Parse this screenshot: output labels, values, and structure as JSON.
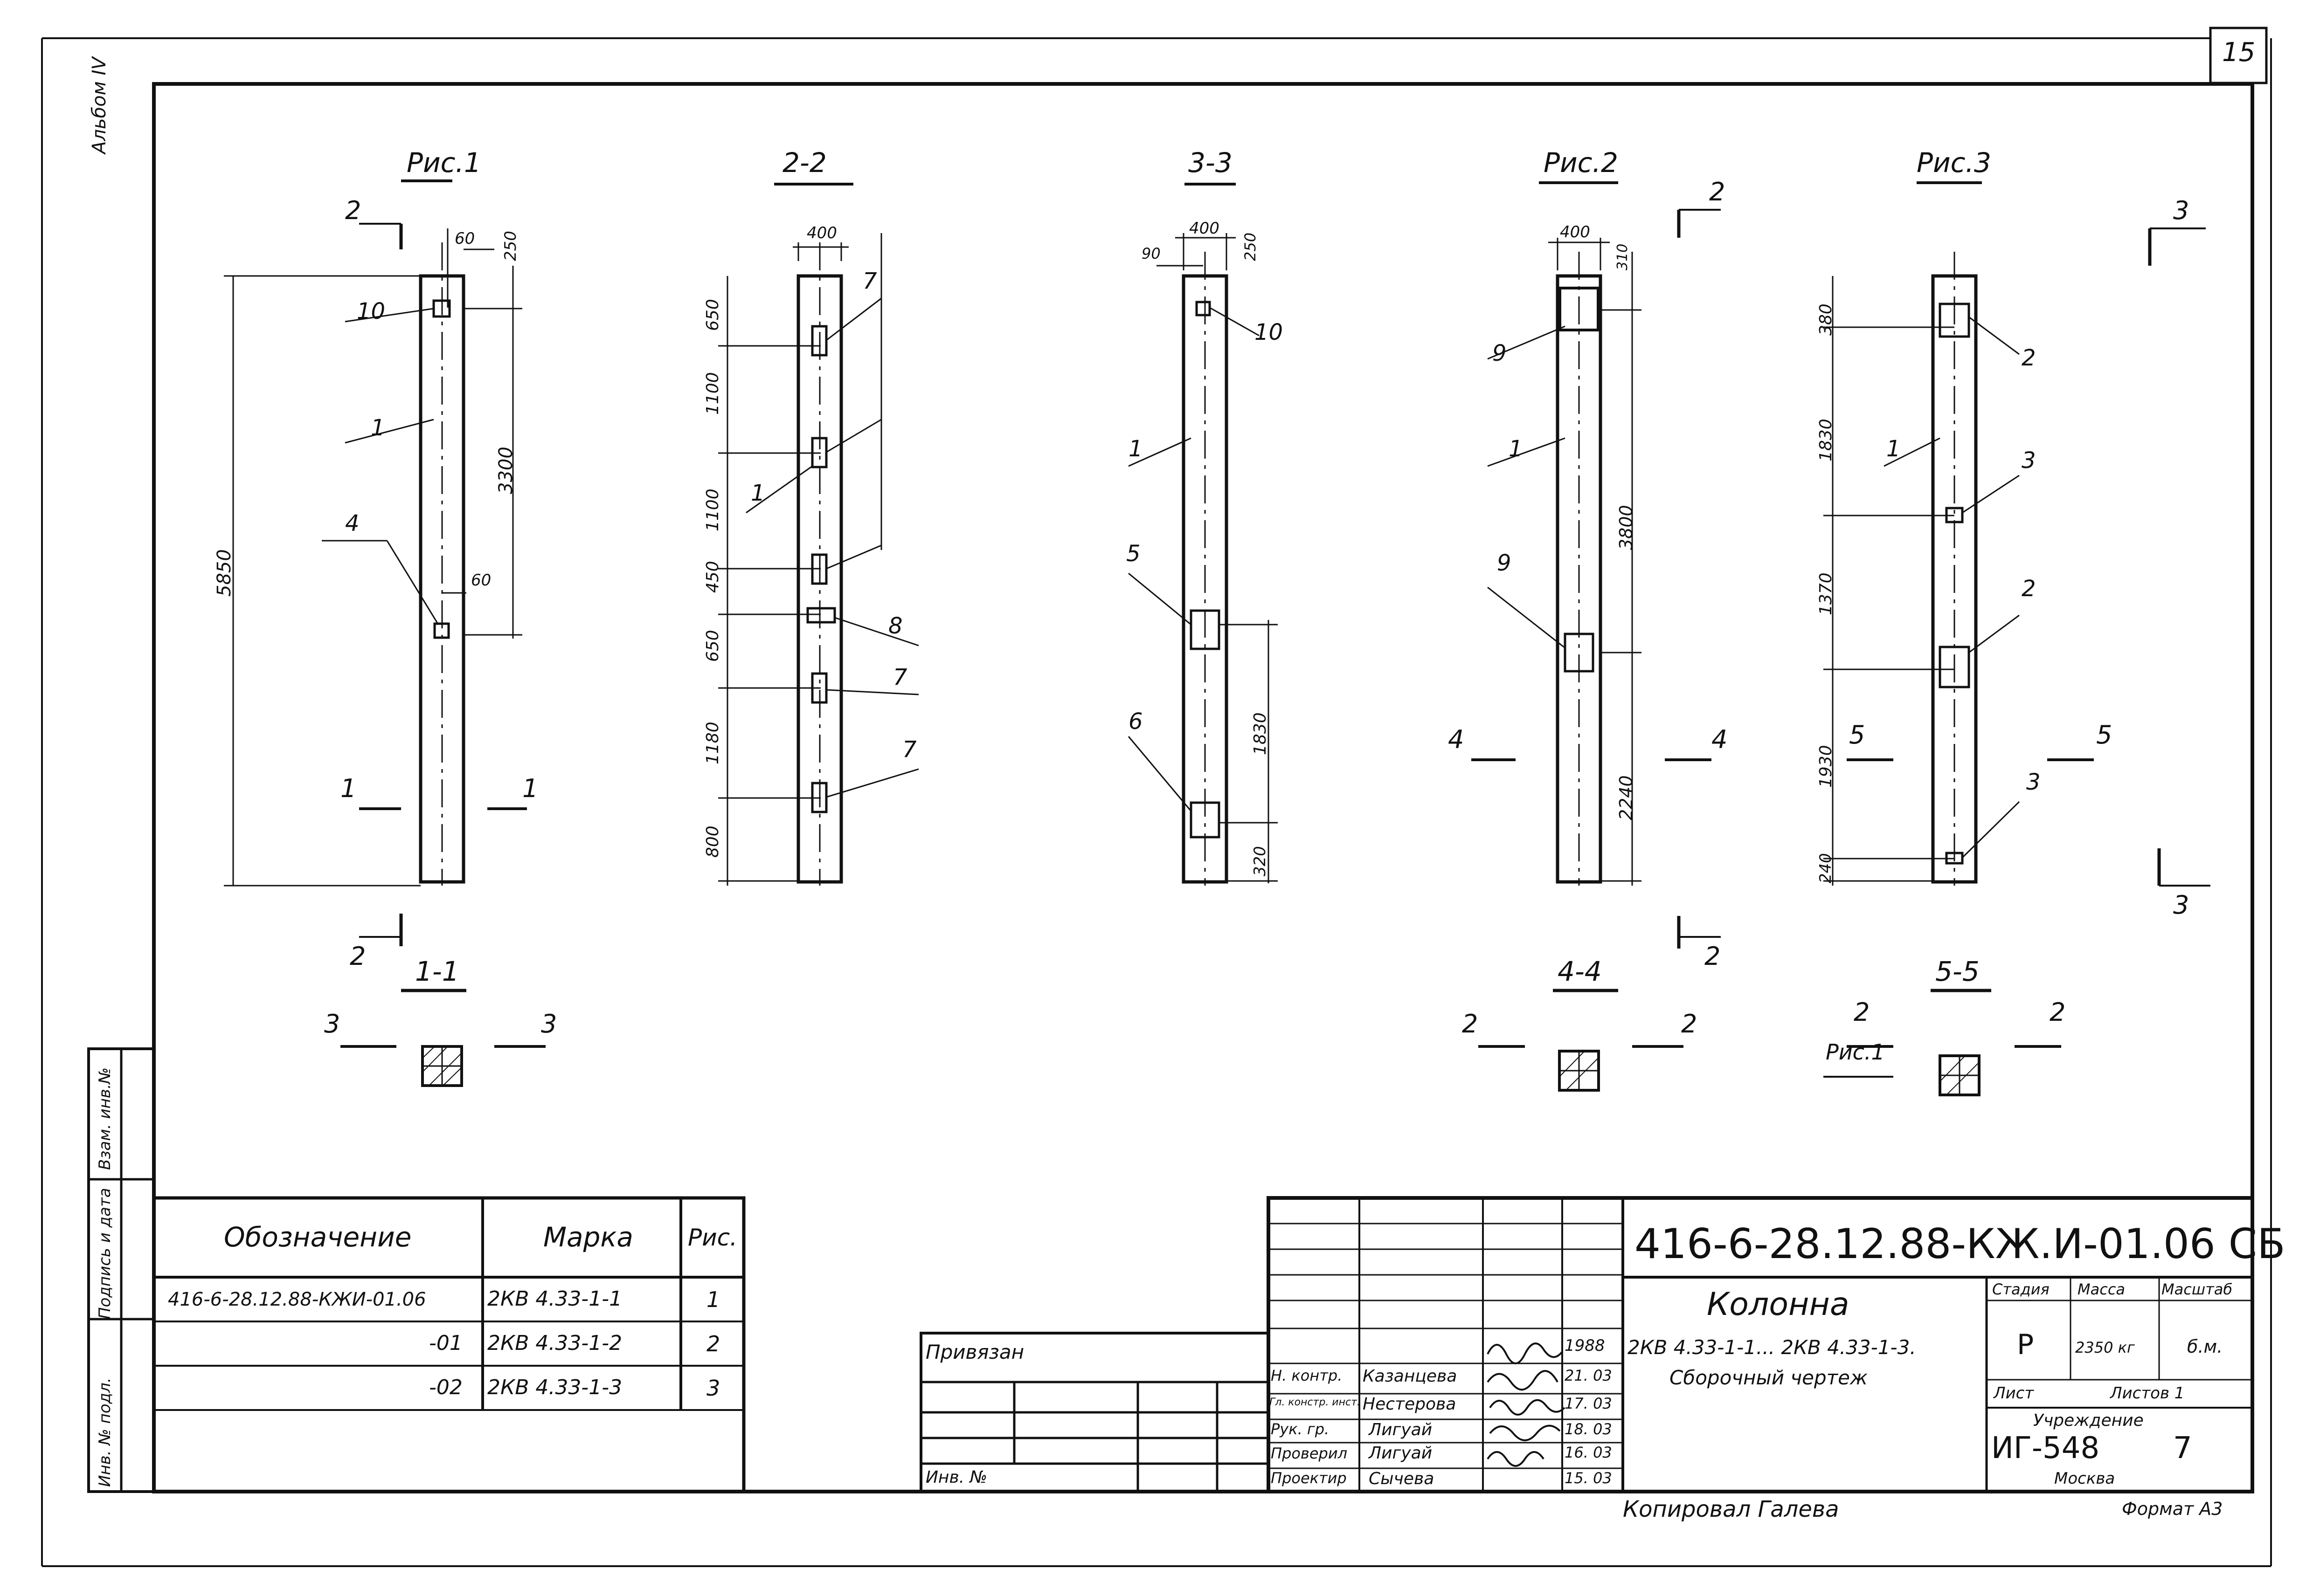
{
  "sheet": {
    "page_number": "15",
    "album": "Альбом IV",
    "format": "Формат А3",
    "copied_by": "Копировал Галева"
  },
  "side_stamp": {
    "vzam": "Взам. инв.№",
    "signature_date": "Подпись и дата",
    "inv_podl": "Инв. № подл."
  },
  "figures": {
    "pic1": {
      "title": "Рис.1",
      "dims": [
        "60",
        "250",
        "5850",
        "3300",
        "60"
      ],
      "callouts": [
        "10",
        "1",
        "4"
      ],
      "section_marks": [
        "2",
        "2",
        "1",
        "1"
      ]
    },
    "sec22": {
      "title": "2-2",
      "dims": [
        "400",
        "650",
        "1100",
        "1100",
        "450",
        "650",
        "1180",
        "800"
      ],
      "callouts": [
        "7",
        "1",
        "8",
        "7",
        "7"
      ]
    },
    "sec33": {
      "title": "3-3",
      "dims": [
        "400",
        "90",
        "250",
        "1830",
        "320"
      ],
      "callouts": [
        "10",
        "1",
        "5",
        "6"
      ]
    },
    "pic2": {
      "title": "Рис.2",
      "dims": [
        "400",
        "310",
        "3800",
        "2240"
      ],
      "callouts": [
        "9",
        "1",
        "9"
      ],
      "section_marks": [
        "2",
        "2",
        "4",
        "4"
      ]
    },
    "pic3": {
      "title": "Рис.3",
      "dims": [
        "380",
        "1830",
        "1370",
        "1930",
        "240"
      ],
      "callouts": [
        "2",
        "1",
        "3",
        "2",
        "3"
      ],
      "section_marks": [
        "3",
        "3",
        "5",
        "5"
      ]
    },
    "sec11": {
      "title": "1-1",
      "marks": [
        "3",
        "3"
      ]
    },
    "sec44": {
      "title": "4-4",
      "marks": [
        "2",
        "2"
      ]
    },
    "sec55": {
      "title": "5-5",
      "marks": [
        "2",
        "2"
      ],
      "ref": "Рис.1"
    }
  },
  "spec_table": {
    "headers": [
      "Обозначение",
      "Марка",
      "Рис."
    ],
    "rows": [
      [
        "416-6-28.12.88-КЖИ-01.06",
        "2КВ 4.33-1-1",
        "1"
      ],
      [
        "-01",
        "2КВ 4.33-1-2",
        "2"
      ],
      [
        "-02",
        "2КВ 4.33-1-3",
        "3"
      ]
    ]
  },
  "privyazan": {
    "label": "Привязан",
    "inv_label": "Инв. №"
  },
  "title_block": {
    "code": "416-6-28.12.88-КЖ.И-01.06 СБ",
    "year": "1988",
    "name": "Колонна",
    "marks": "2КВ 4.33-1-1... 2КВ 4.33-1-3.",
    "drawing_type": "Сборочный чертеж",
    "headers": {
      "stage": "Стадия",
      "mass": "Масса",
      "scale": "Масштаб"
    },
    "stage": "Р",
    "mass": "2350 кг",
    "scale": "б.м.",
    "sheet_label": "Лист",
    "sheets_label": "Листов 1",
    "org_label": "Учреждение",
    "org_code": "ИГ-548",
    "org_suffix": "7",
    "city": "Москва",
    "signers": [
      {
        "role": "Н. контр.",
        "name": "Казанцева",
        "date": "21. 03"
      },
      {
        "role": "Гл. констр. инст.",
        "name": "Нестерова",
        "date": "17. 03"
      },
      {
        "role": "Рук. гр.",
        "name": "Лигуай",
        "date": "18. 03"
      },
      {
        "role": "Проверил",
        "name": "Лигуай",
        "date": "16. 03"
      },
      {
        "role": "Проектир",
        "name": "Сычева",
        "date": "15. 03"
      }
    ]
  }
}
